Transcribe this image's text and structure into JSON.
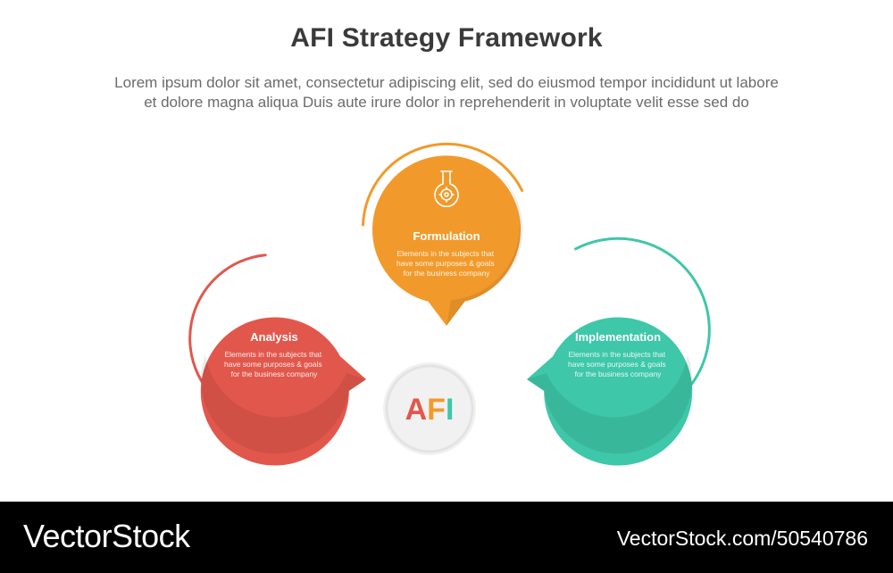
{
  "header": {
    "title": "AFI Strategy Framework",
    "subtitle_line1": "Lorem ipsum dolor sit amet, consectetur adipiscing elit, sed do eiusmod tempor incididunt ut labore",
    "subtitle_line2": "et dolore magna aliqua Duis aute irure dolor in reprehenderit in voluptate velit esse sed do"
  },
  "center": {
    "letters": [
      {
        "char": "A",
        "color": "#e2574c"
      },
      {
        "char": "F",
        "color": "#f19a2b"
      },
      {
        "char": "I",
        "color": "#3ec7a9"
      }
    ]
  },
  "steps": [
    {
      "title": "Analysis",
      "desc": [
        "Elements in the subjects that",
        "have  some purposes & goals",
        "for the  business company"
      ],
      "color": "#e2574c",
      "icon": "document-search-icon"
    },
    {
      "title": "Formulation",
      "desc": [
        "Elements in the subjects that",
        "have  some purposes & goals",
        "for the  business company"
      ],
      "color": "#f19a2b",
      "icon": "flask-gear-icon"
    },
    {
      "title": "Implementation",
      "desc": [
        "Elements in the subjects that",
        "have  some purposes & goals",
        "for the  business company"
      ],
      "color": "#3ec7a9",
      "icon": "bulb-gear-icon"
    }
  ],
  "footer": {
    "brand": "VectorStock",
    "url": "VectorStock.com/50540786"
  }
}
